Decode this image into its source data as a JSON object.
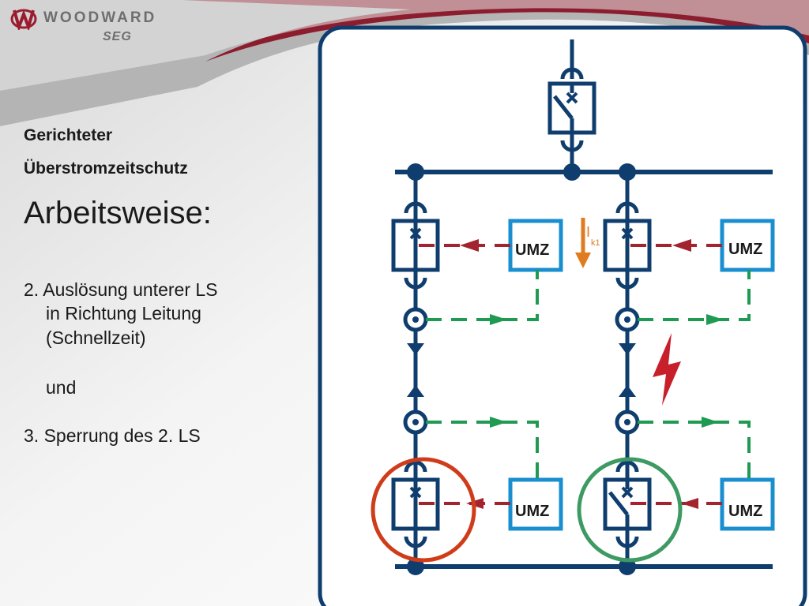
{
  "header": {
    "logo_text": "WOODWARD",
    "logo_sub": "SEG"
  },
  "slide": {
    "subtitle_line1": "Gerichteter",
    "subtitle_line2": "Überstromzeitschutz",
    "heading": "Arbeitsweise:",
    "body_lines": [
      "2. Auslösung unterer LS",
      "in Richtung Leitung",
      "(Schnellzeit)",
      "und",
      "3. Sperrung des 2. LS"
    ]
  },
  "diagram": {
    "relay_labels": [
      "UMZ",
      "UMZ",
      "UMZ",
      "UMZ"
    ],
    "fault_current_label": "I",
    "fault_current_subscript": "k1",
    "colors": {
      "line": "#0f3e6e",
      "relay": "#1a8fcf",
      "trip_signal": "#a3232f",
      "direction_signal": "#1f9a52",
      "fault_current": "#e07b1f",
      "fault_bolt": "#c8202b",
      "tripped_circle": "#cf3c19",
      "blocked_circle": "#3d9a62"
    }
  }
}
